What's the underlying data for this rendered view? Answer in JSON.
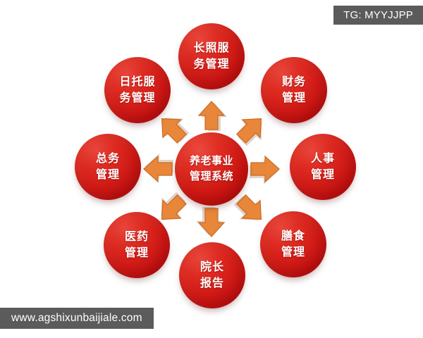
{
  "watermarks": {
    "top_right": "TG: MYYJJPP",
    "bottom_left": "www.agshixunbaijiale.com"
  },
  "diagram": {
    "type": "radial-hub-and-spoke",
    "center": {
      "name": "center-node",
      "line1": "养老事业",
      "line2": "管理系统"
    },
    "nodes": [
      {
        "key": "changzhao",
        "position": "top",
        "line1": "长照服",
        "line2": "务管理"
      },
      {
        "key": "caiwu",
        "position": "top-right",
        "line1": "财务",
        "line2": "管理"
      },
      {
        "key": "renshi",
        "position": "right",
        "line1": "人事",
        "line2": "管理"
      },
      {
        "key": "shanshi",
        "position": "bottom-right",
        "line1": "膳食",
        "line2": "管理"
      },
      {
        "key": "yuanzhang",
        "position": "bottom",
        "line1": "院长",
        "line2": "报告"
      },
      {
        "key": "yiyao",
        "position": "bottom-left",
        "line1": "医药",
        "line2": "管理"
      },
      {
        "key": "zongwu",
        "position": "left",
        "line1": "总务",
        "line2": "管理"
      },
      {
        "key": "ritou",
        "position": "top-left",
        "line1": "日托服",
        "line2": "务管理"
      }
    ],
    "arrows": {
      "count": 8,
      "direction": "outward-from-center",
      "color": "#e8873a",
      "labels": [
        "arrow-up",
        "arrow-up-right",
        "arrow-right",
        "arrow-down-right",
        "arrow-down",
        "arrow-down-left",
        "arrow-left",
        "arrow-up-left"
      ]
    }
  },
  "colors": {
    "node_red": "#d01a16",
    "arrow_orange": "#e8873a",
    "watermark_gray": "#5b5b5b",
    "background": "#ffffff",
    "text_on_node": "#ffffff"
  }
}
